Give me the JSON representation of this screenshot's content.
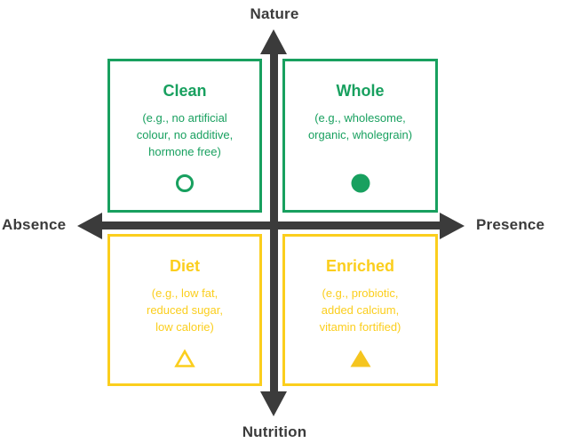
{
  "axes": {
    "top_label": "Nature",
    "bottom_label": "Nutrition",
    "left_label": "Absence",
    "right_label": "Presence"
  },
  "quadrants": {
    "top_left": {
      "title": "Clean",
      "description_lines": [
        "(e.g., no artificial",
        "colour, no additive,",
        "hormone free)"
      ],
      "marker_icon": "circle-outline-icon",
      "color": "#18A05F"
    },
    "top_right": {
      "title": "Whole",
      "description_lines": [
        "(e.g., wholesome,",
        "organic, wholegrain)"
      ],
      "marker_icon": "circle-filled-icon",
      "color": "#18A05F"
    },
    "bottom_left": {
      "title": "Diet",
      "description_lines": [
        "(e.g., low fat,",
        "reduced sugar,",
        "low calorie)"
      ],
      "marker_icon": "triangle-outline-icon",
      "color": "#FBCE1D"
    },
    "bottom_right": {
      "title": "Enriched",
      "description_lines": [
        "(e.g., probiotic,",
        "added calcium,",
        "vitamin fortified)"
      ],
      "marker_icon": "triangle-filled-icon",
      "color": "#FBCE1D"
    }
  },
  "colors": {
    "green": "#18A05F",
    "yellow": "#FBCE1D",
    "yellow_marker": "#F5C51F",
    "axis": "#3B3B3B",
    "background": "#FFFFFF"
  }
}
